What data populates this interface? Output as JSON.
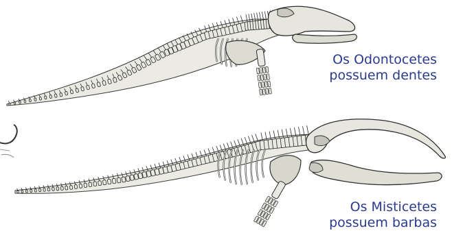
{
  "illustration": {
    "top_skeleton": "toothed-whale-skeleton",
    "bottom_skeleton": "baleen-whale-skeleton",
    "left_fragment": "partial-skeleton-fragment"
  },
  "captions": {
    "top": {
      "line1": "Os Odontocetes",
      "line2": "possuem dentes"
    },
    "bottom": {
      "line1": "Os Misticetes",
      "line2": "possuem barbas"
    }
  },
  "colors": {
    "caption_text": "#2b3a8f",
    "bone_fill": "#e9e9e1",
    "bone_stroke": "#2a2a2a",
    "background": "#ffffff"
  }
}
